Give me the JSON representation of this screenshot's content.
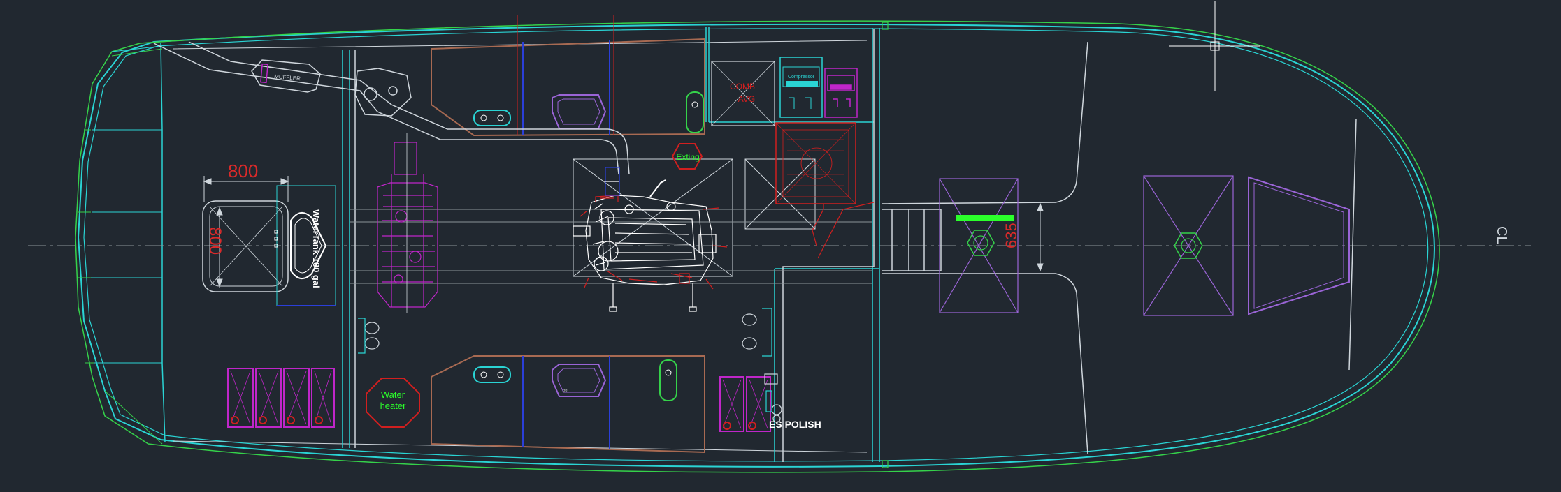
{
  "drawing": {
    "background": "#212830",
    "colors": {
      "hull_outer": "#2ad4d4",
      "hull_green": "#35d24a",
      "structure": "#cfd6dc",
      "bulkhead": "#2ad4d4",
      "tank_outline": "#a86a52",
      "dimension": "#d92a2a",
      "magenta": "#c026c9",
      "violet": "#9a64d6",
      "red": "#d11f1f",
      "green_label": "#2bff2b",
      "white": "#ffffff",
      "blue": "#2b3fd9"
    }
  },
  "labels": {
    "water_tank": "WaterTank 100 gal",
    "water_heater_line1": "Water",
    "water_heater_line2": "heater",
    "exting": "Exting",
    "polish": "ES POLISH",
    "compressor": "Compressor",
    "battery_line1": "COMB",
    "battery_line2": "AVG",
    "muffler": "MUFFLER",
    "centerline": "CL"
  },
  "dimensions": {
    "hatch_width": "800",
    "hatch_height": "800",
    "stair_width": "635"
  }
}
